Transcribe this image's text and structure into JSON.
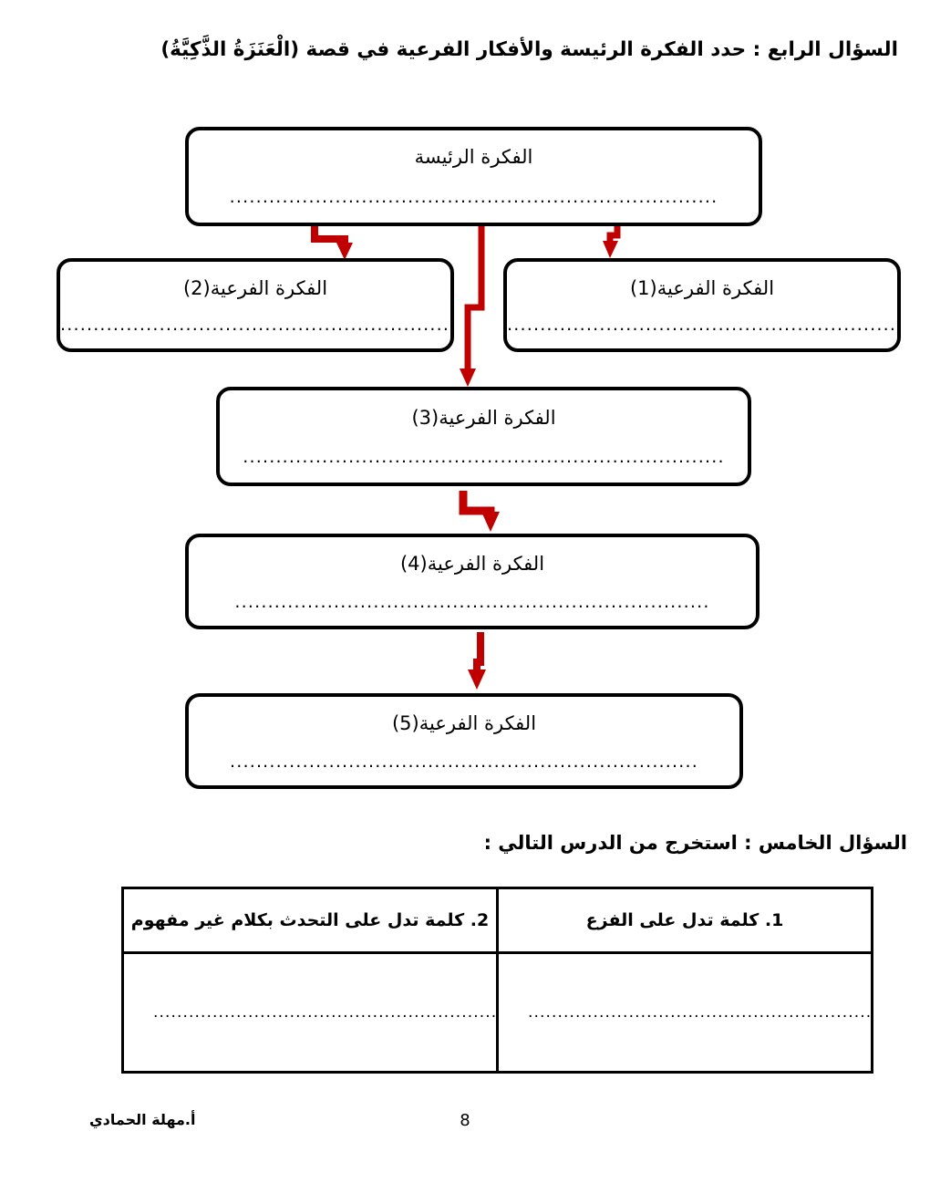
{
  "questions": {
    "q4": {
      "heading": "السؤال الرابع : حدد الفكرة الرئيسة والأفكار الفرعية في قصة (الْعَنَزَةُ الذَّكِيَّةُ)"
    },
    "q5": {
      "heading": "السؤال الخامس : استخرج من الدرس التالي   :"
    }
  },
  "flowchart": {
    "dots_long": "..........................................................................",
    "dots_medium": "................................................................",
    "dots_short": "............................................................",
    "boxes": [
      {
        "id": "main",
        "title": "الفكرة الرئيسة",
        "dots": ".........................................................................."
      },
      {
        "id": "sub1",
        "title": "الفكرة الفرعية(1)",
        "dots": "................................................................"
      },
      {
        "id": "sub2",
        "title": "الفكرة الفرعية(2)",
        "dots": "............................................................"
      },
      {
        "id": "sub3",
        "title": "الفكرة الفرعية(3)",
        "dots": "........................................................................."
      },
      {
        "id": "sub4",
        "title": "الفكرة الفرعية(4)",
        "dots": "........................................................................"
      },
      {
        "id": "sub5",
        "title": "الفكرة الفرعية(5)",
        "dots": "......................................................................."
      }
    ],
    "arrow_color": "#C00000",
    "box_border_color": "#000000"
  },
  "table": {
    "headers": [
      "1. كلمة تدل على الفزع",
      "2. كلمة تدل على التحدث بكلام غير مفهوم"
    ],
    "answer_dots": [
      "..............................................................",
      ".............................................................."
    ]
  },
  "footer": {
    "author": "أ.مهلة الحمادي",
    "page_number": "8"
  }
}
